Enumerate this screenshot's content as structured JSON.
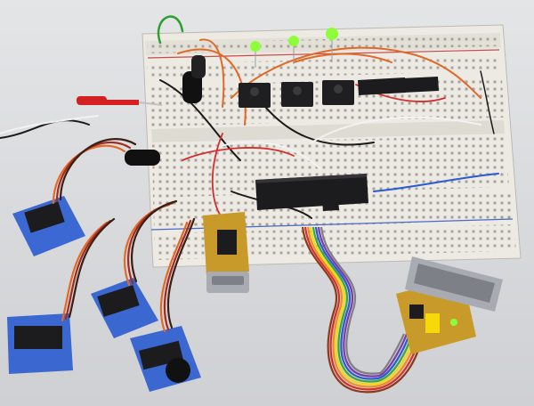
{
  "scene": {
    "background": "#d9dadc",
    "breadboard_color": "#ece9e2",
    "led_green": "#8dff3a",
    "pcb_color": "#c79a2a",
    "servo_blue": "#2a5bd0",
    "ribbon_colors": [
      "#8b3a1a",
      "#d32f2f",
      "#f28c1a",
      "#f5d90a",
      "#3aa83a",
      "#2a5bd0",
      "#7a3ab0",
      "#7f7f7f",
      "#f2f2f2",
      "#1a1a1a"
    ],
    "objects": [
      "breadboard",
      "microcontroller-chip",
      "voltage-regulators",
      "green-leds",
      "servo-motors",
      "db9-adapter-board",
      "db25-adapter-board",
      "rainbow-ribbon-cable",
      "test-clip"
    ]
  }
}
